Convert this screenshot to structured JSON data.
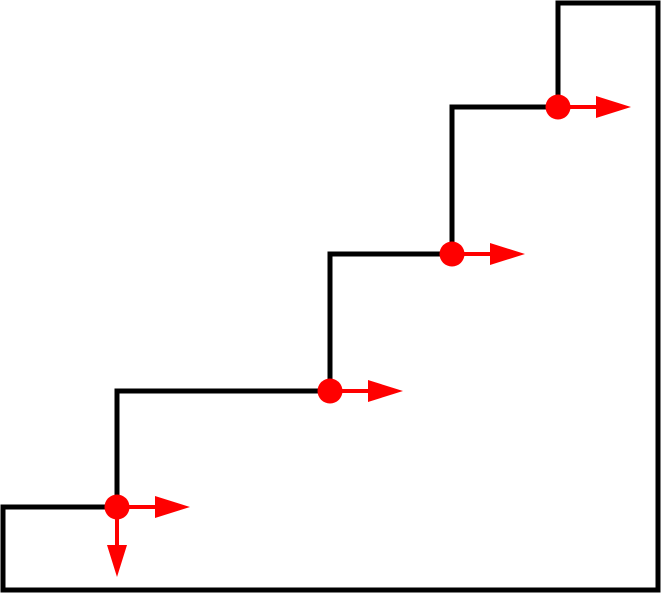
{
  "diagram": {
    "type": "staircase-outline",
    "stroke_color": "#000000",
    "marker_color": "#ff0000",
    "background": "#ffffff",
    "step_count": 4,
    "markers": [
      {
        "name": "step-corner-1",
        "arrows": [
          "right",
          "down"
        ]
      },
      {
        "name": "step-corner-2",
        "arrows": [
          "right"
        ]
      },
      {
        "name": "step-corner-3",
        "arrows": [
          "right"
        ]
      },
      {
        "name": "step-corner-4",
        "arrows": [
          "right"
        ]
      }
    ]
  }
}
